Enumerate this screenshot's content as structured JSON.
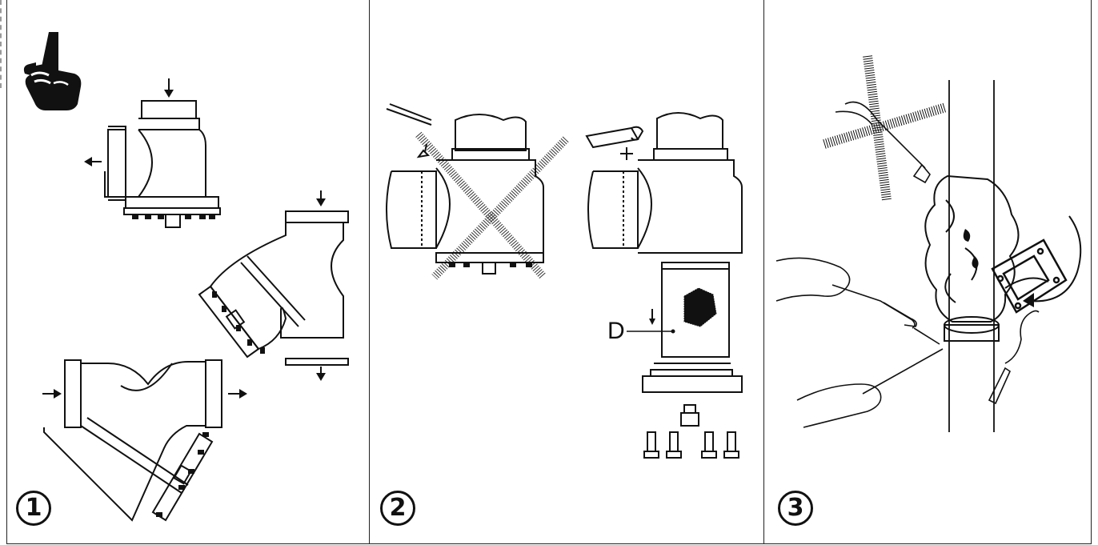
{
  "panels": [
    {
      "id": "panel-1",
      "step": "1"
    },
    {
      "id": "panel-2",
      "step": "2",
      "callout": "D"
    },
    {
      "id": "panel-3",
      "step": "3"
    }
  ],
  "colors": {
    "ink": "#111111",
    "frame": "#222222",
    "background": "#ffffff"
  },
  "icons": [
    "pointing-hand-icon",
    "flow-arrow-icon",
    "welding-torch-icon",
    "strainer-screen-icon",
    "bolt-icon"
  ]
}
